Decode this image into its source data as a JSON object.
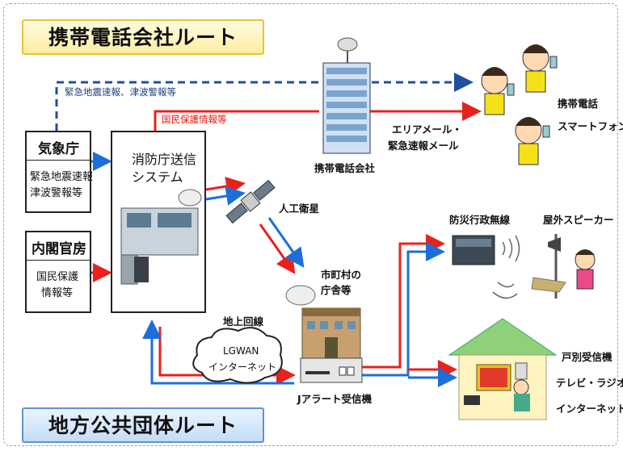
{
  "routes": {
    "mobile": "携帯電話会社ルート",
    "local": "地方公共団体ルート"
  },
  "agencies": {
    "jma": {
      "name": "気象庁",
      "info": [
        "緊急地震速報",
        "津波警報等"
      ]
    },
    "cabinet": {
      "name": "内閣官房",
      "info": [
        "国民保護",
        "情報等"
      ]
    }
  },
  "fdma": {
    "name": [
      "消防庁送信",
      "システム"
    ]
  },
  "edges": {
    "jma_to_mobile": "緊急地震速報、津波警報等",
    "civil_to_mobile": "国民保護情報等",
    "area_mail": [
      "エリアメール・",
      "緊急速報メール"
    ],
    "ground_line": "地上回線",
    "lgwan": [
      "LGWAN",
      "インターネット"
    ]
  },
  "nodes": {
    "carrier": "携帯電話会社",
    "satellite": "人工衛星",
    "municipal": [
      "市町村の",
      "庁舎等"
    ],
    "jalert": "Jアラート受信機",
    "radio": "防災行政無線",
    "speaker": "屋外スピーカー",
    "phones": [
      "携帯電話",
      "スマートフォン"
    ],
    "receivers": [
      "戸別受信機",
      "テレビ・ラジオ",
      "インターネット"
    ]
  },
  "colors": {
    "red": "#e8211d",
    "blue": "#1c6fd8",
    "navy": "#1f4fa0"
  }
}
